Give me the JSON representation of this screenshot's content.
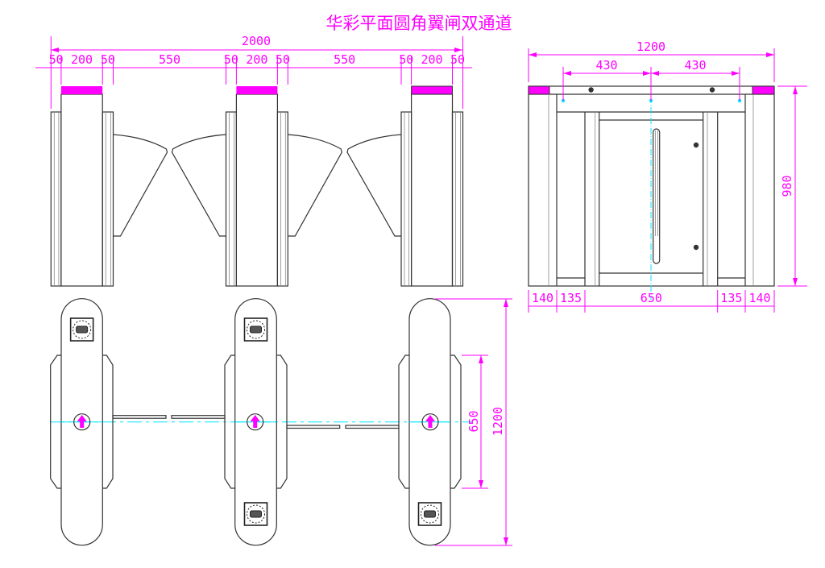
{
  "title": "华彩平面圆角翼闸双通道",
  "colors": {
    "dimension": "#ff00ff",
    "centerline": "#00e5ff",
    "outline": "#333333"
  },
  "front_view": {
    "total": "2000",
    "segments": [
      "50",
      "200",
      "50",
      "550",
      "50",
      "200",
      "50",
      "550",
      "50",
      "200",
      "50"
    ]
  },
  "side_view": {
    "width": "1200",
    "top_left": "430",
    "top_right": "430",
    "height": "980",
    "bottom": [
      "140",
      "135",
      "650",
      "135",
      "140"
    ]
  },
  "top_view": {
    "passage": "650",
    "length": "1200"
  }
}
